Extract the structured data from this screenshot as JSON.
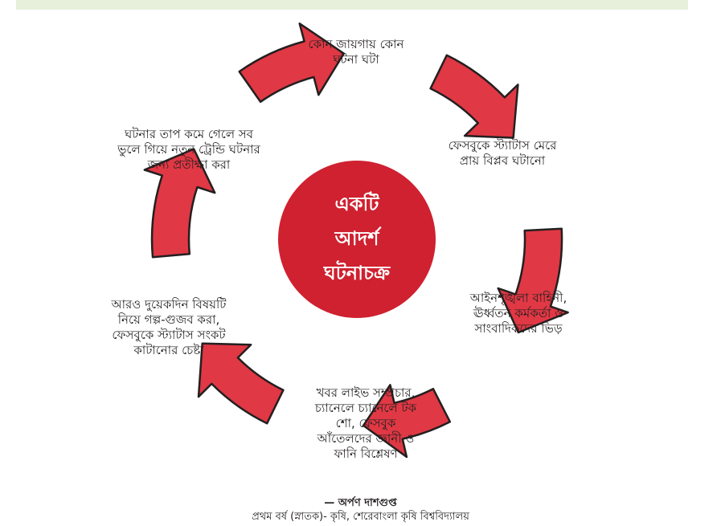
{
  "center_title": [
    "একটি",
    "আদর্শ",
    "ঘটনাচক্র"
  ],
  "steps": [
    {
      "lines": [
        "কোন জায়গায় কোন",
        "ঘটনা ঘটা"
      ]
    },
    {
      "lines": [
        "ফেসবুকে স্ট্যাটাস মেরে",
        "প্রায় বিপ্লব ঘটানো"
      ]
    },
    {
      "lines": [
        "আইনশৃঙ্খলা বাহিনী,",
        "ঊর্ধ্বতন কর্মকর্তা ও",
        "সাংবাদিকদের ভিড়"
      ]
    },
    {
      "lines": [
        "খবর লাইভ সম্প্রচার,",
        "চ্যানেলে চ্যানেলে টক",
        "শো, ফেসবুক",
        "আঁতেলদের জ্ঞানী ও",
        "ফানি বিশ্লেষণ"
      ]
    },
    {
      "lines": [
        "আরও দুয়েকদিন বিষয়টি",
        "নিয়ে গল্প-গুজব করা,",
        "ফেসবুকে স্ট্যাটাস সংকট",
        "কাটানোর চেষ্টা"
      ]
    },
    {
      "lines": [
        "ঘটনার তাপ কমে গেলে সব",
        "ভুলে গিয়ে নতুন ট্রেন্ডি ঘটনার",
        "জন্য প্রতীক্ষা করা"
      ]
    }
  ],
  "credit": {
    "author": "— অর্পণ দাশগুপ্ত",
    "affiliation": "প্রথম বর্ষ (স্নাতক)- কৃষি, শেরেবাংলা কৃষি বিশ্ববিদ্যালয়"
  },
  "colors": {
    "circle": "#cf2130",
    "arrow_fill": "#e03844",
    "arrow_stroke": "#231f20",
    "top_band": "#e7f0db"
  }
}
